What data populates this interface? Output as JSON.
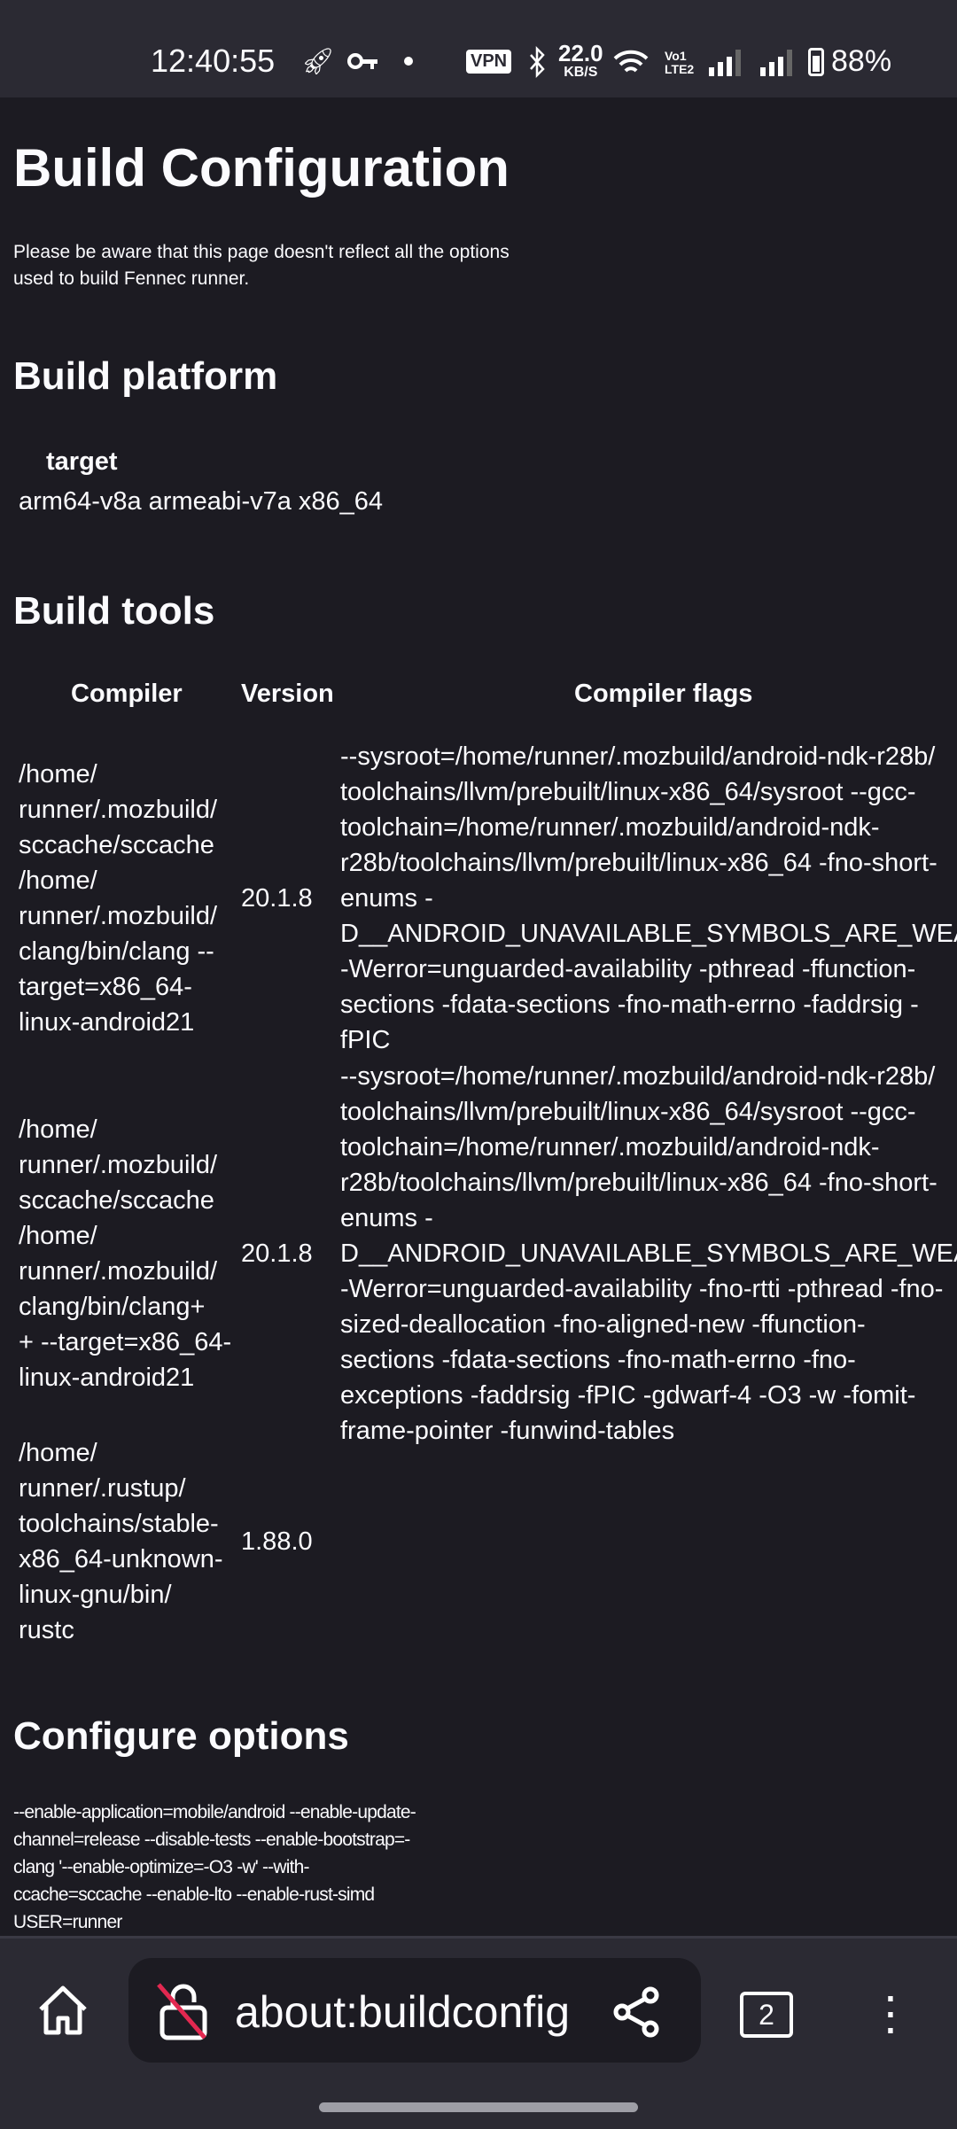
{
  "status_bar": {
    "time": "12:40:55",
    "speed_value": "22.0",
    "speed_unit": "KB/S",
    "vpn": "VPN",
    "battery": "88%",
    "icons": [
      "rocket-icon",
      "key-icon",
      "dot-icon",
      "vpn-icon",
      "bluetooth-icon",
      "wifi-icon",
      "volte-icon",
      "signal-icon",
      "signal-icon",
      "battery-icon"
    ]
  },
  "page": {
    "title": "Build Configuration",
    "note": "Please be aware that this page doesn't reflect all the options used to build Fennec runner.",
    "platform": {
      "heading": "Build platform",
      "target_label": "target",
      "target_value": "arm64-v8a armeabi-v7a x86_64"
    },
    "tools": {
      "heading": "Build tools",
      "headers": {
        "compiler": "Compiler",
        "version": "Version",
        "flags": "Compiler flags"
      },
      "rows": [
        {
          "compiler": [
            "/home/",
            "runner/.mozbuild/",
            "sccache/sccache",
            "/home/",
            "runner/.mozbuild/",
            "clang/bin/clang --",
            "target=x86_64-",
            "linux-android21"
          ],
          "version": "20.1.8",
          "flags": [
            "--sysroot=/home/runner/.mozbuild/android-ndk-r28b/",
            "toolchains/llvm/prebuilt/linux-x86_64/sysroot --gcc-",
            "toolchain=/home/runner/.mozbuild/android-ndk-",
            "r28b/toolchains/llvm/prebuilt/linux-x86_64 -fno-short-",
            "enums -",
            "D__ANDROID_UNAVAILABLE_SYMBOLS_ARE_WEAK__",
            "-Werror=unguarded-availability -pthread -ffunction-",
            "sections -fdata-sections -fno-math-errno -faddrsig -",
            "fPIC"
          ]
        },
        {
          "compiler": [
            "/home/",
            "runner/.mozbuild/",
            "sccache/sccache",
            "/home/",
            "runner/.mozbuild/",
            "clang/bin/clang+",
            "+ --target=x86_64-",
            "linux-android21"
          ],
          "version": "20.1.8",
          "flags": [
            "--sysroot=/home/runner/.mozbuild/android-ndk-r28b/",
            "toolchains/llvm/prebuilt/linux-x86_64/sysroot --gcc-",
            "toolchain=/home/runner/.mozbuild/android-ndk-",
            "r28b/toolchains/llvm/prebuilt/linux-x86_64 -fno-short-",
            "enums -",
            "D__ANDROID_UNAVAILABLE_SYMBOLS_ARE_WEAK__",
            "-Werror=unguarded-availability -fno-rtti -pthread -fno-",
            "sized-deallocation -fno-aligned-new -ffunction-",
            "sections -fdata-sections -fno-math-errno -fno-",
            "exceptions -faddrsig -fPIC -gdwarf-4 -O3 -w -fomit-",
            "frame-pointer -funwind-tables"
          ]
        },
        {
          "compiler": [
            "/home/",
            "runner/.rustup/",
            "toolchains/stable-",
            "x86_64-unknown-",
            "linux-gnu/bin/",
            "rustc"
          ],
          "version": "1.88.0",
          "flags": []
        }
      ]
    },
    "configure": {
      "heading": "Configure options",
      "lines": [
        "--enable-application=mobile/android --enable-update-",
        "channel=release --disable-tests --enable-bootstrap=-",
        "clang '--enable-optimize=-O3 -w' --with-",
        "ccache=sccache --enable-lto --enable-rust-simd",
        "USER=runner"
      ]
    }
  },
  "toolbar": {
    "url": "about:buildconfig",
    "tab_count": "2"
  }
}
